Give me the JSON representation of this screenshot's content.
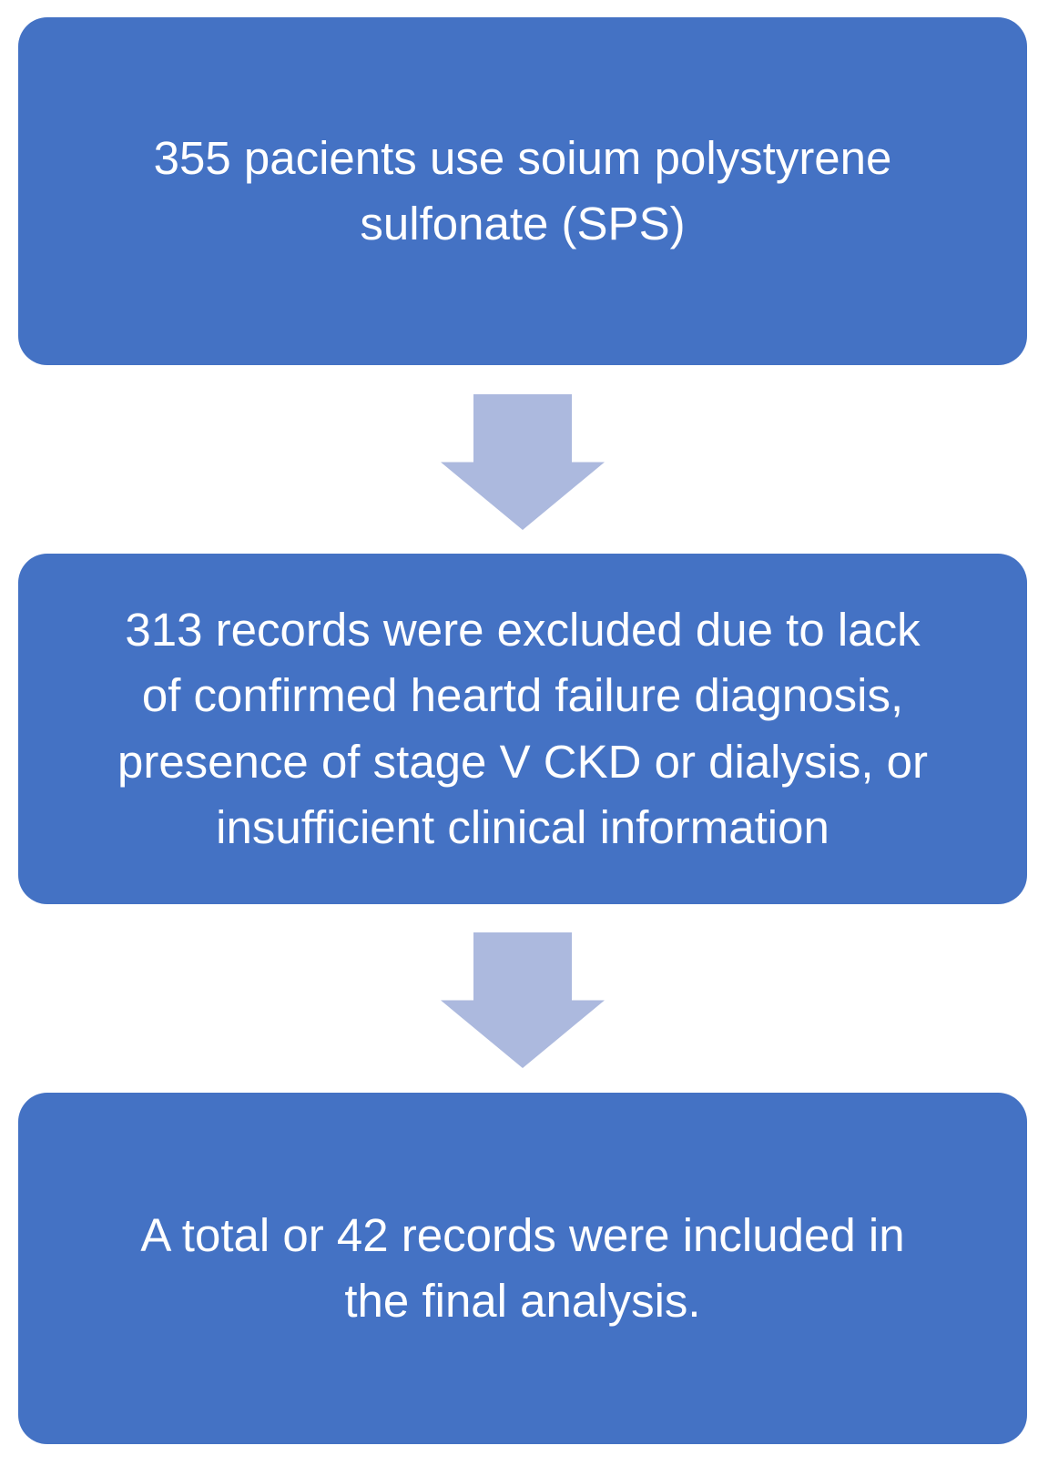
{
  "diagram": {
    "type": "flowchart",
    "background_color": "#ffffff",
    "box_fill_color": "#4472C4",
    "box_text_color": "#ffffff",
    "arrow_fill_color": "#ACB9DE",
    "boxes": [
      {
        "id": "step-1",
        "text": "355 pacients use soium polystyrene\nsulfonate (SPS)"
      },
      {
        "id": "step-2",
        "text": "313 records were excluded due to lack\nof confirmed heartd failure diagnosis,\npresence of stage V CKD or dialysis, or\ninsufficient clinical information"
      },
      {
        "id": "step-3",
        "text": "A total or 42 records were included in\nthe final analysis."
      }
    ],
    "arrows": [
      {
        "id": "arrow-1",
        "direction": "down"
      },
      {
        "id": "arrow-2",
        "direction": "down"
      }
    ]
  }
}
